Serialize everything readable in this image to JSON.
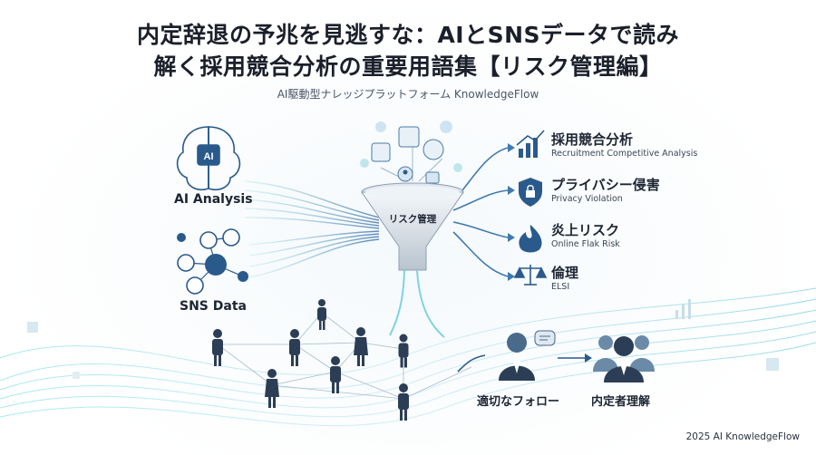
{
  "header": {
    "title_line1": "内定辞退の予兆を見逃すな：AIとSNSデータで読み",
    "title_line2": "解く採用競合分析の重要用語集【リスク管理編】",
    "subtitle": "AI駆動型ナレッジプラットフォーム KnowledgeFlow"
  },
  "inputs": {
    "ai": {
      "label": "AI Analysis",
      "icon": "ai-brain-icon",
      "chip_text": "AI"
    },
    "sns": {
      "label": "SNS Data",
      "icon": "social-network-icon"
    }
  },
  "funnel": {
    "label": "リスク管理"
  },
  "categories": [
    {
      "jp": "採用競合分析",
      "en": "Recruitment Competitive Analysis",
      "icon": "bar-chart-icon"
    },
    {
      "jp": "プライバシー侵害",
      "en": "Privacy Violation",
      "icon": "shield-lock-icon"
    },
    {
      "jp": "炎上リスク",
      "en": "Online Flak Risk",
      "icon": "flame-icon"
    },
    {
      "jp": "倫理",
      "en": "ELSI",
      "icon": "scales-icon"
    }
  ],
  "outcomes": {
    "follow": "適切なフォロー",
    "understanding": "内定者理解"
  },
  "footer": "2025 AI KnowledgeFlow",
  "colors": {
    "accent": "#2a5a8c",
    "teal": "#5fc7d6",
    "dark": "#1d2533"
  }
}
